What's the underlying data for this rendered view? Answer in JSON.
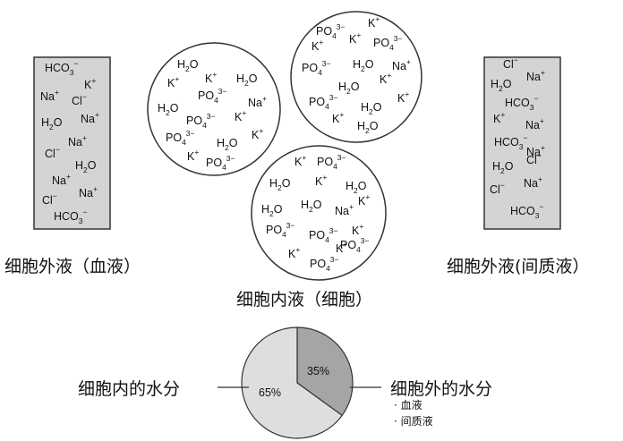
{
  "captions": {
    "blood": "细胞外液（血液）",
    "cell": "细胞内液（细胞）",
    "interstitial": "细胞外液(间质液）"
  },
  "panels": {
    "blood_box": [
      {
        "b": "HCO",
        "s": "3",
        "p": "−"
      },
      {
        "b": "K",
        "p": "+"
      },
      {
        "b": "Na",
        "p": "+"
      },
      {
        "b": "Cl",
        "p": "−"
      },
      {
        "b": "H",
        "s": "2",
        "t": "O"
      },
      {
        "b": "Na",
        "p": "+"
      },
      {
        "b": "Na",
        "p": "+"
      },
      {
        "b": "Cl",
        "p": "−"
      },
      {
        "b": "H",
        "s": "2",
        "t": "O"
      },
      {
        "b": "Na",
        "p": "+"
      },
      {
        "b": "Na",
        "p": "+"
      },
      {
        "b": "Cl",
        "p": "−"
      },
      {
        "b": "HCO",
        "s": "3",
        "p": "−"
      }
    ],
    "cell_left": [
      {
        "b": "H",
        "s": "2",
        "t": "O"
      },
      {
        "b": "K",
        "p": "+"
      },
      {
        "b": "H",
        "s": "2",
        "t": "O"
      },
      {
        "b": "K",
        "p": "+"
      },
      {
        "b": "PO",
        "s": "4",
        "p": "3−"
      },
      {
        "b": "Na",
        "p": "+"
      },
      {
        "b": "H",
        "s": "2",
        "t": "O"
      },
      {
        "b": "PO",
        "s": "4",
        "p": "3−"
      },
      {
        "b": "K",
        "p": "+"
      },
      {
        "b": "PO",
        "s": "4",
        "p": "3−"
      },
      {
        "b": "H",
        "s": "2",
        "t": "O"
      },
      {
        "b": "K",
        "p": "+"
      },
      {
        "b": "K",
        "p": "+"
      },
      {
        "b": "PO",
        "s": "4",
        "p": "3−"
      }
    ],
    "cell_right": [
      {
        "b": "K",
        "p": "+"
      },
      {
        "b": "PO",
        "s": "4",
        "p": "3−"
      },
      {
        "b": "K",
        "p": "+"
      },
      {
        "b": "K",
        "p": "+"
      },
      {
        "b": "PO",
        "s": "4",
        "p": "3−"
      },
      {
        "b": "PO",
        "s": "4",
        "p": "3−"
      },
      {
        "b": "H",
        "s": "2",
        "t": "O"
      },
      {
        "b": "Na",
        "p": "+"
      },
      {
        "b": "K",
        "p": "+"
      },
      {
        "b": "H",
        "s": "2",
        "t": "O"
      },
      {
        "b": "PO",
        "s": "4",
        "p": "3−"
      },
      {
        "b": "H",
        "s": "2",
        "t": "O"
      },
      {
        "b": "K",
        "p": "+"
      },
      {
        "b": "K",
        "p": "+"
      },
      {
        "b": "H",
        "s": "2",
        "t": "O"
      }
    ],
    "cell_bottom": [
      {
        "b": "K",
        "p": "+"
      },
      {
        "b": "PO",
        "s": "4",
        "p": "3−"
      },
      {
        "b": "H",
        "s": "2",
        "t": "O"
      },
      {
        "b": "K",
        "p": "+"
      },
      {
        "b": "H",
        "s": "2",
        "t": "O"
      },
      {
        "b": "K",
        "p": "+"
      },
      {
        "b": "H",
        "s": "2",
        "t": "O"
      },
      {
        "b": "H",
        "s": "2",
        "t": "O"
      },
      {
        "b": "Na",
        "p": "+"
      },
      {
        "b": "PO",
        "s": "4",
        "p": "3−"
      },
      {
        "b": "PO",
        "s": "4",
        "p": "3−"
      },
      {
        "b": "K",
        "p": "+"
      },
      {
        "b": "PO",
        "s": "4",
        "p": "3−"
      },
      {
        "b": "K",
        "p": "+"
      },
      {
        "b": "K",
        "p": "+"
      },
      {
        "b": "PO",
        "s": "4",
        "p": "3−"
      }
    ],
    "interstitial_box": [
      {
        "b": "Cl",
        "p": "−"
      },
      {
        "b": "H",
        "s": "2",
        "t": "O"
      },
      {
        "b": "Na",
        "p": "+"
      },
      {
        "b": "HCO",
        "s": "3",
        "p": "−"
      },
      {
        "b": "K",
        "p": "+"
      },
      {
        "b": "Na",
        "p": "+"
      },
      {
        "b": "HCO",
        "s": "3",
        "p": "−"
      },
      {
        "b": "Na",
        "p": "+"
      },
      {
        "b": "H",
        "s": "2",
        "t": "O"
      },
      {
        "b": "Cl",
        "p": "−"
      },
      {
        "b": "Cl",
        "p": "−"
      },
      {
        "b": "Na",
        "p": "+"
      },
      {
        "b": "HCO",
        "s": "3",
        "p": "−"
      }
    ]
  },
  "pie": {
    "left_label": "细胞内的水分",
    "right_label": "细胞外的水分",
    "right_items": [
      "血液",
      "间质液"
    ],
    "slices": [
      {
        "label": "35%",
        "value": 35,
        "color": "#a5a5a5"
      },
      {
        "label": "65%",
        "value": 65,
        "color": "#dedede"
      }
    ]
  },
  "colors": {
    "box_fill": "#d4d4d4",
    "outline": "#333333"
  }
}
